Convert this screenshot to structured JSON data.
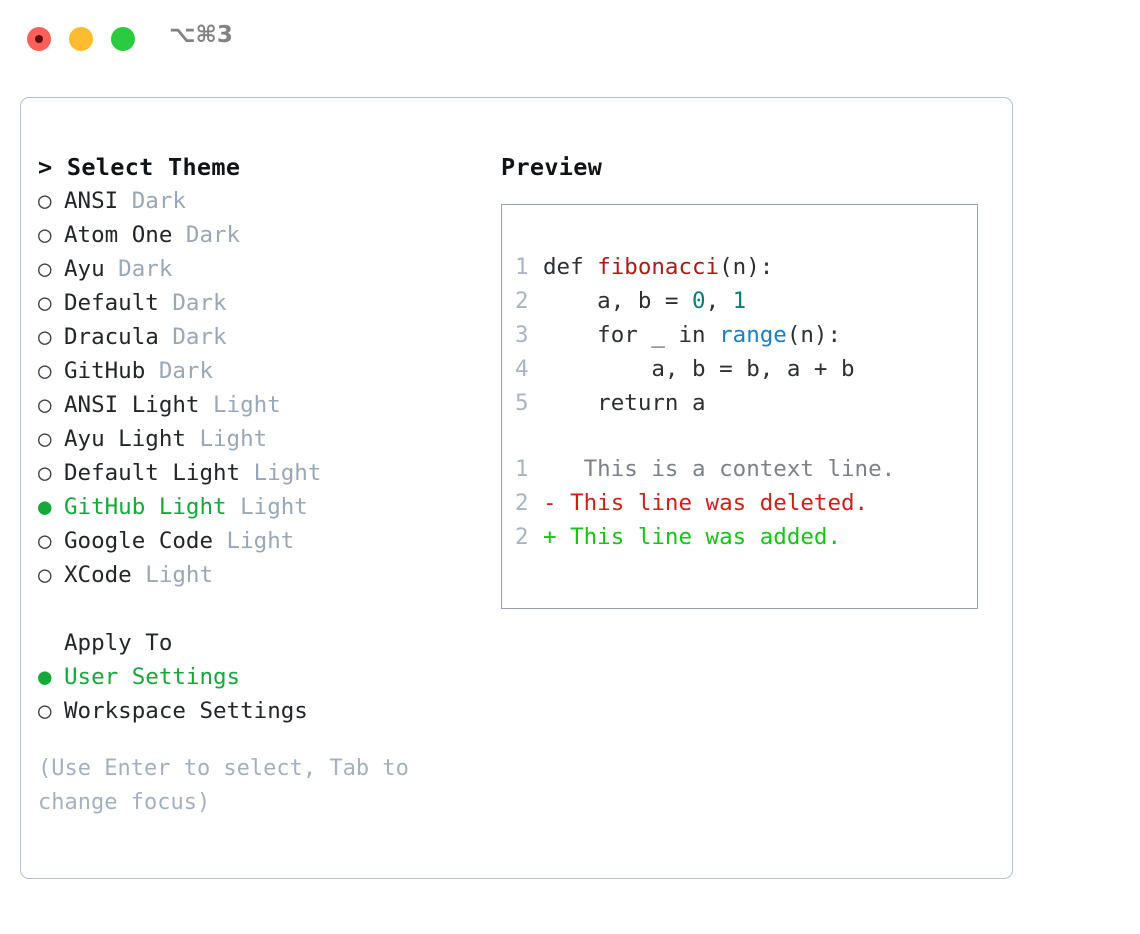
{
  "window": {
    "title": "⌥⌘3",
    "traffic_lights": [
      {
        "name": "close",
        "color": "#fb5f5a"
      },
      {
        "name": "minimize",
        "color": "#fdbc2d"
      },
      {
        "name": "maximize",
        "color": "#29cb41"
      }
    ]
  },
  "theme_picker": {
    "header": "> Select Theme",
    "items": [
      {
        "marker": "○",
        "label": "ANSI",
        "tag": "Dark",
        "selected": false
      },
      {
        "marker": "○",
        "label": "Atom One",
        "tag": "Dark",
        "selected": false
      },
      {
        "marker": "○",
        "label": "Ayu",
        "tag": "Dark",
        "selected": false
      },
      {
        "marker": "○",
        "label": "Default",
        "tag": "Dark",
        "selected": false
      },
      {
        "marker": "○",
        "label": "Dracula",
        "tag": "Dark",
        "selected": false
      },
      {
        "marker": "○",
        "label": "GitHub",
        "tag": "Dark",
        "selected": false
      },
      {
        "marker": "○",
        "label": "ANSI Light",
        "tag": "Light",
        "selected": false
      },
      {
        "marker": "○",
        "label": "Ayu Light",
        "tag": "Light",
        "selected": false
      },
      {
        "marker": "○",
        "label": "Default Light",
        "tag": "Light",
        "selected": false
      },
      {
        "marker": "●",
        "label": "GitHub Light",
        "tag": "Light",
        "selected": true
      },
      {
        "marker": "○",
        "label": "Google Code",
        "tag": "Light",
        "selected": false
      },
      {
        "marker": "○",
        "label": "XCode",
        "tag": "Light",
        "selected": false
      }
    ]
  },
  "apply_to": {
    "header": "Apply To",
    "items": [
      {
        "marker": "●",
        "label": "User Settings",
        "selected": true
      },
      {
        "marker": "○",
        "label": "Workspace Settings",
        "selected": false
      }
    ]
  },
  "hint": "(Use Enter to select, Tab to change focus)",
  "preview": {
    "title": "Preview",
    "code_lines": [
      {
        "num": "1",
        "segments": [
          {
            "text": "def ",
            "kind": "plain"
          },
          {
            "text": "fibonacci",
            "kind": "fn"
          },
          {
            "text": "(n):",
            "kind": "plain"
          }
        ]
      },
      {
        "num": "2",
        "segments": [
          {
            "text": "    a, b = ",
            "kind": "plain"
          },
          {
            "text": "0",
            "kind": "num"
          },
          {
            "text": ", ",
            "kind": "plain"
          },
          {
            "text": "1",
            "kind": "num"
          }
        ]
      },
      {
        "num": "3",
        "segments": [
          {
            "text": "    for _ in ",
            "kind": "plain"
          },
          {
            "text": "range",
            "kind": "call"
          },
          {
            "text": "(n):",
            "kind": "plain"
          }
        ]
      },
      {
        "num": "4",
        "segments": [
          {
            "text": "        a, b = b, a + b",
            "kind": "plain"
          }
        ]
      },
      {
        "num": "5",
        "segments": [
          {
            "text": "    return a",
            "kind": "plain"
          }
        ]
      }
    ],
    "diff_lines": [
      {
        "num": "1",
        "mark": " ",
        "text": "  This is a context line.",
        "kind": "ctx"
      },
      {
        "num": "2",
        "mark": "-",
        "text": " This line was deleted.",
        "kind": "del"
      },
      {
        "num": "2",
        "mark": "+",
        "text": " This line was added.",
        "kind": "add"
      }
    ]
  },
  "colors": {
    "accent_green": "#15a83a",
    "panel_border": "#b6c0cb",
    "preview_border": "#96a3b2",
    "muted_tag": "#9aa7b6",
    "hint": "#a5b0bd",
    "line_number": "#aab4c0",
    "syntax_function": "#a91d16",
    "syntax_number": "#0b7d74",
    "syntax_call": "#1a7ec6",
    "diff_context": "#7d8288",
    "diff_deleted": "#cf2018",
    "diff_added": "#13c613"
  }
}
